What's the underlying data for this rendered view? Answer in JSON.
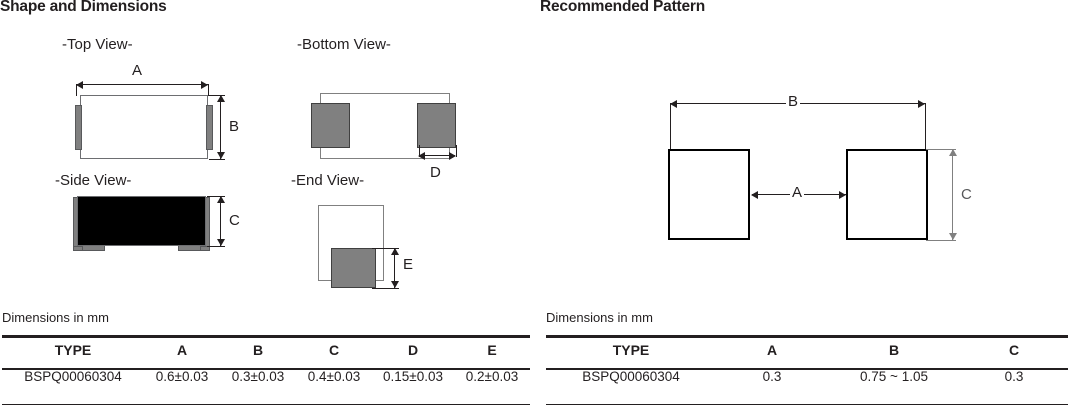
{
  "left": {
    "title": "Shape and Dimensions",
    "views": {
      "top": "-Top View-",
      "bottom": "-Bottom View-",
      "side": "-Side View-",
      "end": "-End View-"
    },
    "dim_letters": {
      "a": "A",
      "b": "B",
      "c": "C",
      "d": "D",
      "e": "E"
    },
    "units_note": "Dimensions in mm",
    "table": {
      "headers": [
        "TYPE",
        "A",
        "B",
        "C",
        "D",
        "E"
      ],
      "rows": [
        [
          "BSPQ00060304",
          "0.6±0.03",
          "0.3±0.03",
          "0.4±0.03",
          "0.15±0.03",
          "0.2±0.03"
        ]
      ]
    }
  },
  "right": {
    "title": "Recommended Pattern",
    "dim_letters": {
      "a": "A",
      "b": "B",
      "c": "C"
    },
    "units_note": "Dimensions in mm",
    "table": {
      "headers": [
        "TYPE",
        "A",
        "B",
        "C"
      ],
      "rows": [
        [
          "BSPQ00060304",
          "0.3",
          "0.75 ~ 1.05",
          "0.3"
        ]
      ]
    }
  },
  "colors": {
    "ink": "#231f20",
    "terminal_gray": "#808080",
    "body_black": "#000000",
    "light_line": "#808080"
  }
}
